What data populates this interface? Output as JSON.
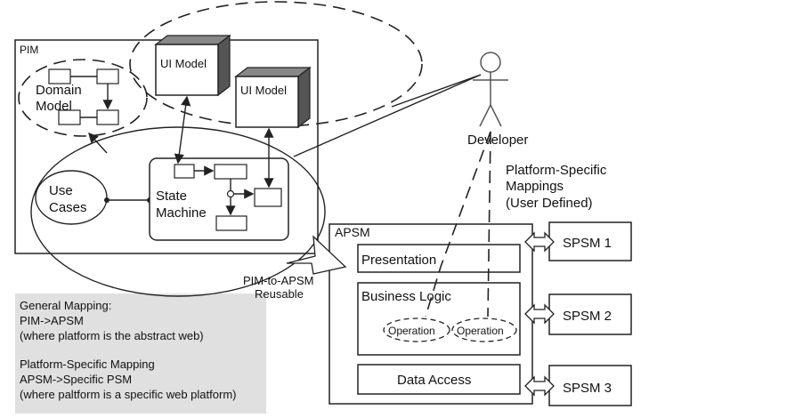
{
  "pim": {
    "label": "PIM"
  },
  "domain_model": {
    "label_line1": "Domain",
    "label_line2": "Model"
  },
  "ui_models": [
    {
      "label": "UI Model"
    },
    {
      "label": "UI Model"
    }
  ],
  "use_cases": {
    "label_line1": "Use",
    "label_line2": "Cases"
  },
  "state_machine": {
    "label_line1": "State",
    "label_line2": "Machine"
  },
  "developer": {
    "label": "Developer"
  },
  "platform_specific_mappings": {
    "line1": "Platform-Specific",
    "line2": "Mappings",
    "line3": "(User Defined)"
  },
  "apsm": {
    "label": "APSM",
    "presentation": "Presentation",
    "business_logic": "Business Logic",
    "operations": [
      "Operation",
      "Operation"
    ],
    "data_access": "Data Access"
  },
  "pim_to_apsm": {
    "line1": "PIM-to-APSM",
    "line2": "Reusable"
  },
  "spsm": [
    "SPSM 1",
    "SPSM 2",
    "SPSM 3"
  ],
  "notes": {
    "general_title": "General Mapping:",
    "general_line1": "PIM->APSM",
    "general_line2": "(where platform is the abstract web)",
    "specific_title": "Platform-Specific Mapping",
    "specific_line1": "APSM->Specific PSM",
    "specific_line2": "(where paltform is a specific web platform)"
  }
}
